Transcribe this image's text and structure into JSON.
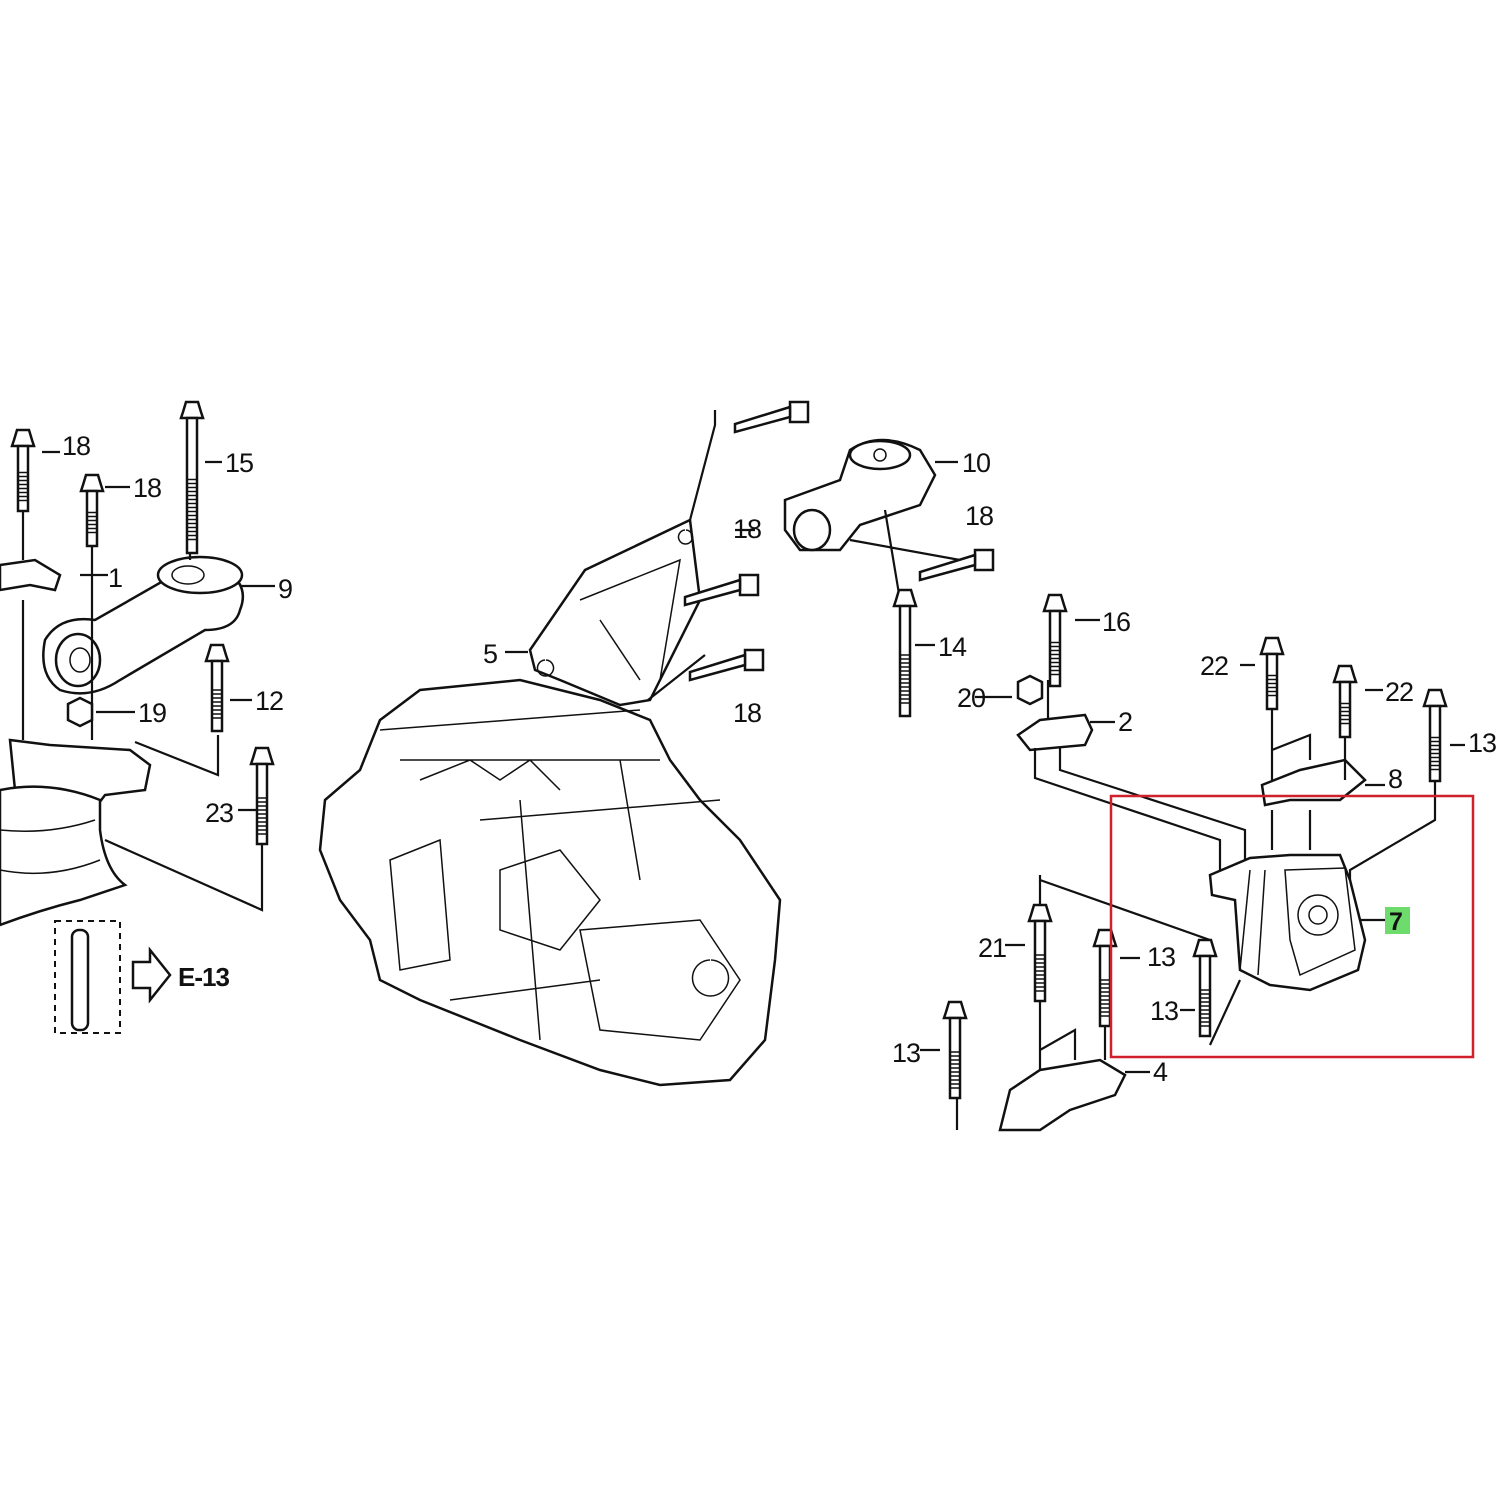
{
  "diagram": {
    "callouts": [
      "18",
      "18",
      "15",
      "1",
      "9",
      "19",
      "12",
      "23",
      "5",
      "18",
      "18",
      "10",
      "18",
      "14",
      "16",
      "20",
      "2",
      "22",
      "22",
      "13",
      "8",
      "7",
      "21",
      "13",
      "13",
      "13",
      "4"
    ],
    "reference": "E-13",
    "highlighted_part": "7",
    "highlight_color": "#6ddc6d",
    "selection_box_color": "#d0202a"
  }
}
